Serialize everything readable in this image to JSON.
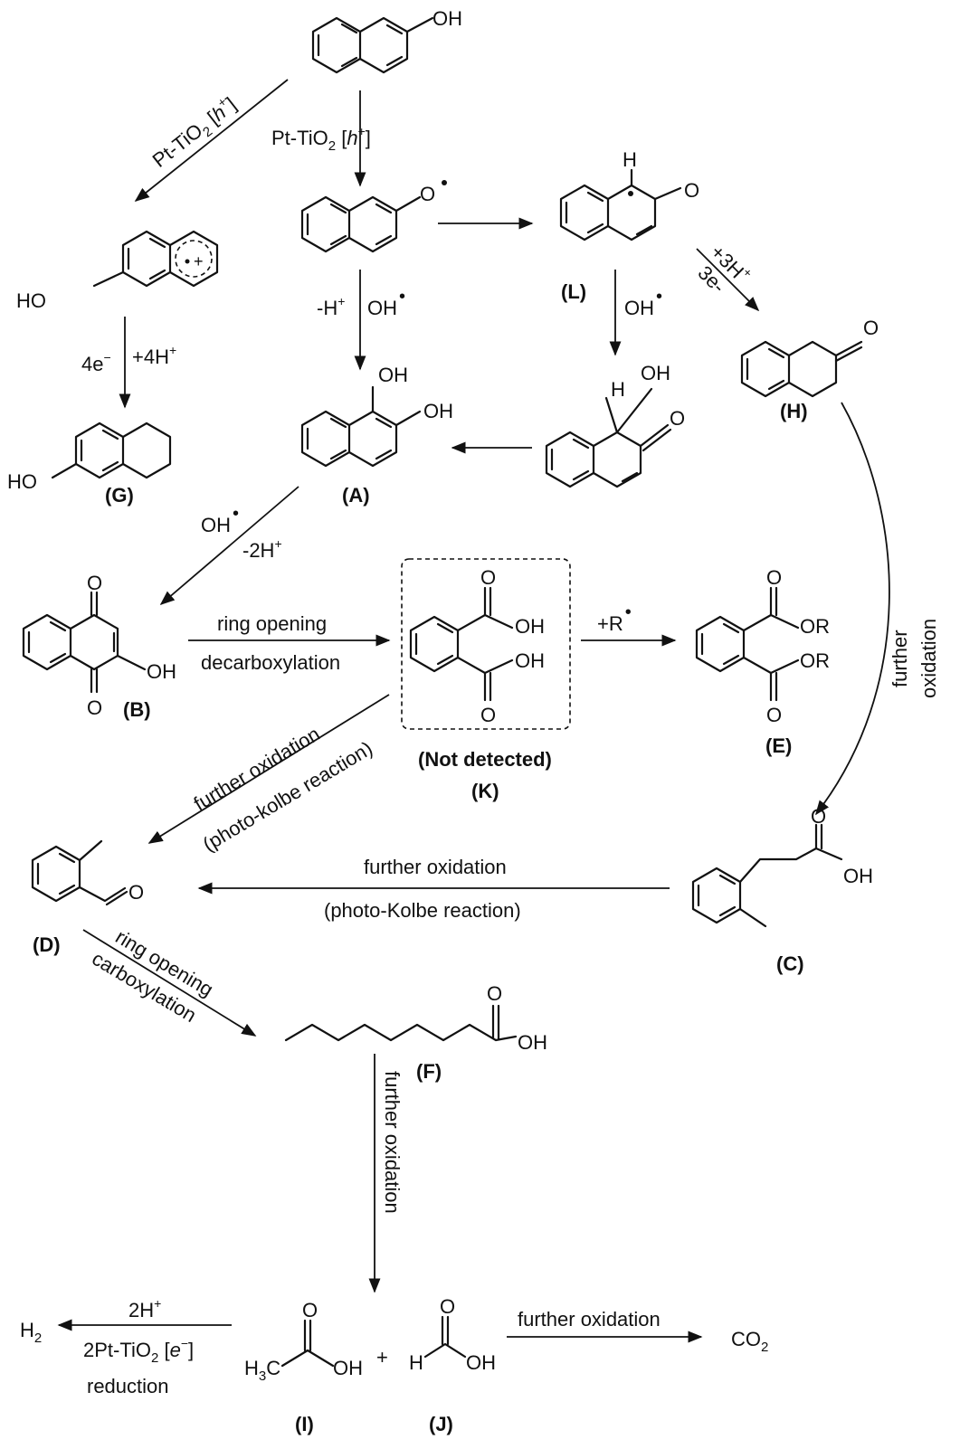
{
  "labels": {
    "pt_tio2_h": "Pt-TiO",
    "pt_tio2_h_sub": "2",
    "h_plus_hole": "h",
    "h_plus_sup": "+",
    "minus_h_plus": "-H",
    "oh_radical": "OH",
    "four_e": "4e",
    "plus_4h": "+4H",
    "plus_3h": "+3H",
    "three_e": "3e-",
    "minus_2h": "-2H",
    "ring_opening": "ring opening",
    "decarboxylation": "decarboxylation",
    "carboxylation": "carboxylation",
    "plus_r": "+R",
    "further_oxidation": "further oxidation",
    "further": "further",
    "oxidation": "oxidation",
    "photo_kolbe": "(photo-Kolbe reaction)",
    "photo_kolbe_lower": "(photo-kolbe reaction)",
    "two_h_plus": "2H",
    "two_pt_tio2": "2Pt-TiO",
    "e_minus": "e",
    "reduction": "reduction",
    "h2": "H",
    "co2": "CO",
    "plus_sign": "+",
    "not_detected": "(Not detected)"
  },
  "atoms": {
    "OH": "OH",
    "HO": "HO",
    "O": "O",
    "H": "H",
    "OR": "OR",
    "H3C": "H",
    "sub2": "2",
    "sub3": "3",
    "C": "C"
  },
  "compounds": {
    "A": "(A)",
    "B": "(B)",
    "C": "(C)",
    "D": "(D)",
    "E": "(E)",
    "F": "(F)",
    "G": "(G)",
    "H": "(H)",
    "I": "(I)",
    "J": "(J)",
    "K": "(K)",
    "L": "(L)"
  }
}
